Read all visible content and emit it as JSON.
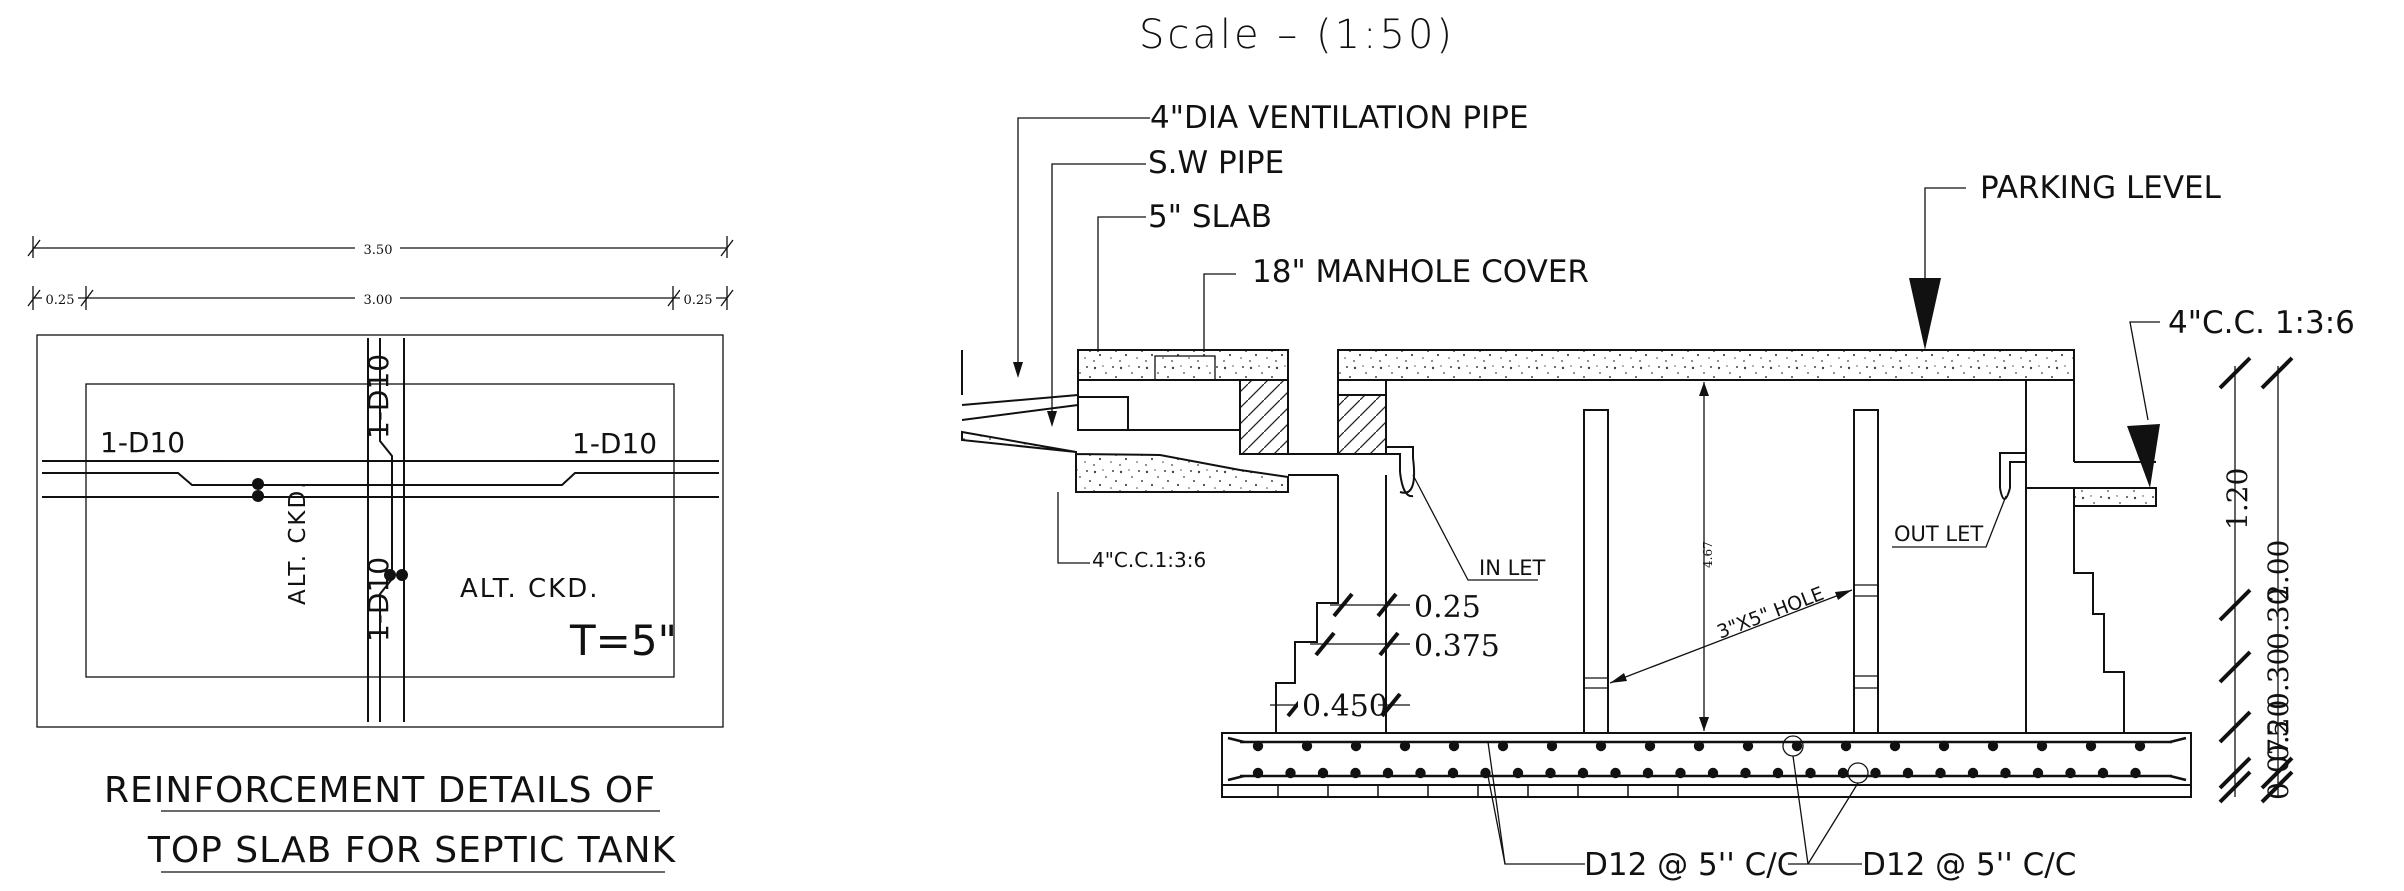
{
  "scale_label": "Scale – (1:50)",
  "slab_plan": {
    "dim_total": "3.50",
    "dim_left": "0.25",
    "dim_mid": "3.00",
    "dim_right": "0.25",
    "bar_top_left": "1-D10",
    "bar_top_right": "1-D10",
    "bar_vertical_top": "1-D10",
    "bar_vertical_bottom": "1-D10",
    "alt_ckd_vertical": "ALT. CKD.",
    "alt_ckd_horizontal": "ALT. CKD.",
    "thickness": "T=5\"",
    "title_line1": "REINFORCEMENT DETAILS OF",
    "title_line2": "TOP SLAB FOR SEPTIC TANK"
  },
  "section": {
    "vent_pipe": "4\"DIA VENTILATION PIPE",
    "sw_pipe": "S.W PIPE",
    "slab": "5\" SLAB",
    "manhole": "18\" MANHOLE COVER",
    "parking": "PARKING LEVEL",
    "cc_right": "4\"C.C. 1:3:6",
    "cc_left": "4\"C.C.1:3:6",
    "inlet": "IN LET",
    "outlet": "OUT LET",
    "hole": "3\"X5\" HOLE",
    "depth": "4.67",
    "step1": "0.25",
    "step2": "0.375",
    "step3": "0.450",
    "bottom_bar1": "D12 @ 5'' C/C",
    "bottom_bar2": "D12 @ 5'' C/C",
    "right_dims": [
      "1.20",
      "2.00",
      "0.30",
      "0.30",
      "0.20",
      "0.075"
    ]
  }
}
